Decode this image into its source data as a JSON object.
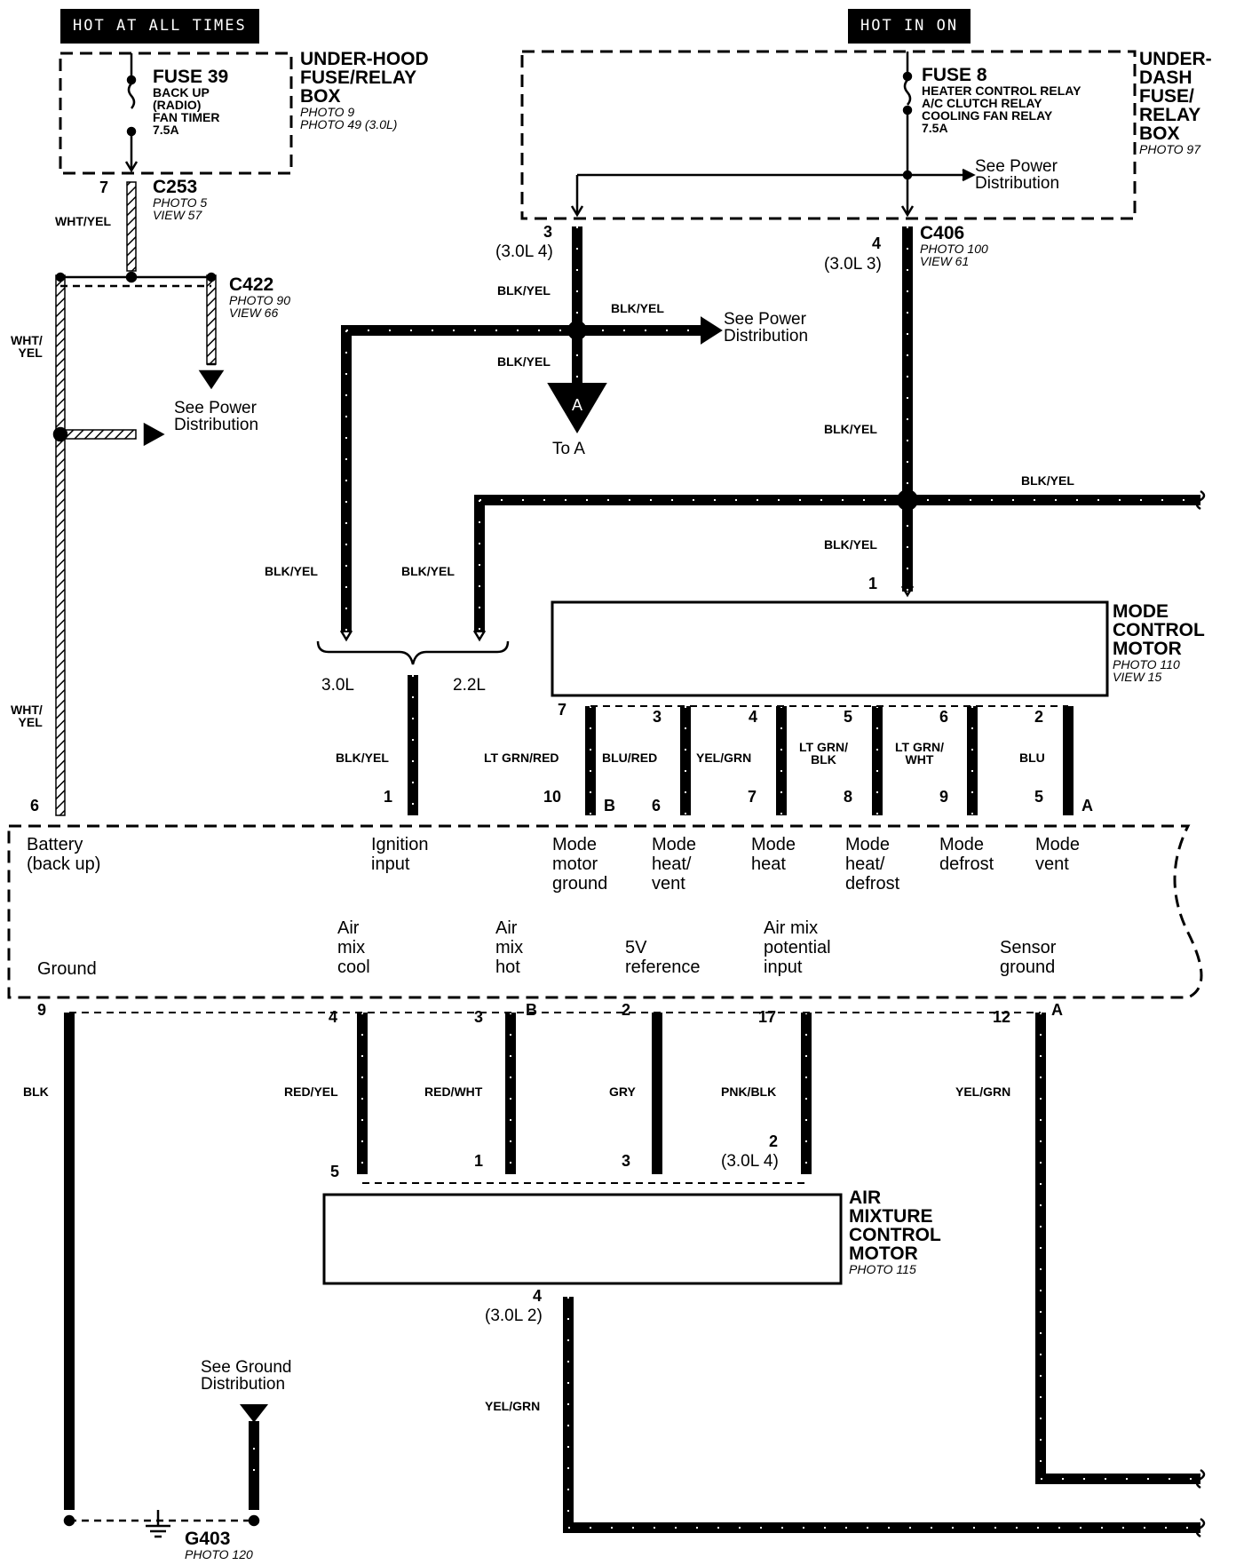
{
  "headers": {
    "left": "HOT AT ALL TIMES",
    "right": "HOT IN ON"
  },
  "fuse39": {
    "name": "FUSE 39",
    "lines": [
      "BACK UP",
      "(RADIO)",
      "FAN TIMER",
      "7.5A"
    ]
  },
  "underhood_box": {
    "lines": [
      "UNDER-HOOD",
      "FUSE/RELAY",
      "BOX"
    ],
    "photo1": "PHOTO 9",
    "photo2": "PHOTO 49 (3.0L)"
  },
  "fuse8": {
    "name": "FUSE 8",
    "lines": [
      "HEATER CONTROL RELAY",
      "A/C CLUTCH RELAY",
      "COOLING FAN RELAY",
      "7.5A"
    ]
  },
  "underdash_box": {
    "lines": [
      "UNDER-",
      "DASH",
      "FUSE/",
      "RELAY",
      "BOX"
    ],
    "photo": "PHOTO 97"
  },
  "see_power": [
    "See Power",
    "Distribution"
  ],
  "see_ground": [
    "See Ground",
    "Distribution"
  ],
  "connectors": {
    "c253": {
      "name": "C253",
      "photo": "PHOTO 5",
      "view": "VIEW 57",
      "pin": "7"
    },
    "c422": {
      "name": "C422",
      "photo": "PHOTO 90",
      "view": "VIEW 66"
    },
    "c406": {
      "name": "C406",
      "photo": "PHOTO 100",
      "view": "VIEW 61",
      "pin": "4",
      "alt": "(3.0L 3)"
    },
    "c_left": {
      "pin": "3",
      "alt": "(3.0L 4)"
    },
    "g403": {
      "name": "G403",
      "photo": "PHOTO 120"
    }
  },
  "wires": {
    "wht_yel": "WHT/YEL",
    "wht": "WHT/",
    "yel": "YEL",
    "blk_yel": "BLK/YEL",
    "blk": "BLK",
    "lt_grn_red": "LT GRN/RED",
    "blu_red": "BLU/RED",
    "yel_grn": "YEL/GRN",
    "lt_grn_blk": [
      "LT GRN/",
      "BLK"
    ],
    "lt_grn_wht": [
      "LT GRN/",
      "WHT"
    ],
    "blu": "BLU",
    "red_yel": "RED/YEL",
    "red_wht": "RED/WHT",
    "gry": "GRY",
    "pnk_blk": "PNK/BLK"
  },
  "to_a": {
    "letter": "A",
    "label": "To A"
  },
  "engine": {
    "l30": "3.0L",
    "l22": "2.2L"
  },
  "mode_motor": {
    "lines": [
      "MODE",
      "CONTROL",
      "MOTOR"
    ],
    "photo": "PHOTO 110",
    "view": "VIEW 15",
    "pins_top": [
      "1"
    ],
    "pins_bottom": [
      "7",
      "3",
      "4",
      "5",
      "6",
      "2"
    ]
  },
  "control_unit": {
    "top_pins": [
      "6",
      "1",
      "10",
      "6",
      "7",
      "8",
      "9",
      "5"
    ],
    "top_letters": [
      "B",
      "A"
    ],
    "bottom_pins": [
      "9",
      "4",
      "3",
      "2",
      "17",
      "12"
    ],
    "bottom_letters": [
      "B",
      "A"
    ],
    "functions_top": [
      [
        "Battery",
        "(back up)"
      ],
      [
        "Ignition",
        "input"
      ],
      [
        "Mode",
        "motor",
        "ground"
      ],
      [
        "Mode",
        "heat/",
        "vent"
      ],
      [
        "Mode",
        "heat"
      ],
      [
        "Mode",
        "heat/",
        "defrost"
      ],
      [
        "Mode",
        "defrost"
      ],
      [
        "Mode",
        "vent"
      ]
    ],
    "functions_bottom": [
      [
        "Ground"
      ],
      [
        "Air",
        "mix",
        "cool"
      ],
      [
        "Air",
        "mix",
        "hot"
      ],
      [
        "5V",
        "reference"
      ],
      [
        "Air mix",
        "potential",
        "input"
      ],
      [
        "Sensor",
        "ground"
      ]
    ]
  },
  "air_motor": {
    "lines": [
      "AIR",
      "MIXTURE",
      "CONTROL",
      "MOTOR"
    ],
    "photo": "PHOTO 115",
    "pins_top": [
      "5",
      "1",
      "3",
      "2",
      "(3.0L 4)"
    ],
    "pin_bottom": "4",
    "pin_bottom_alt": "(3.0L 2)"
  }
}
